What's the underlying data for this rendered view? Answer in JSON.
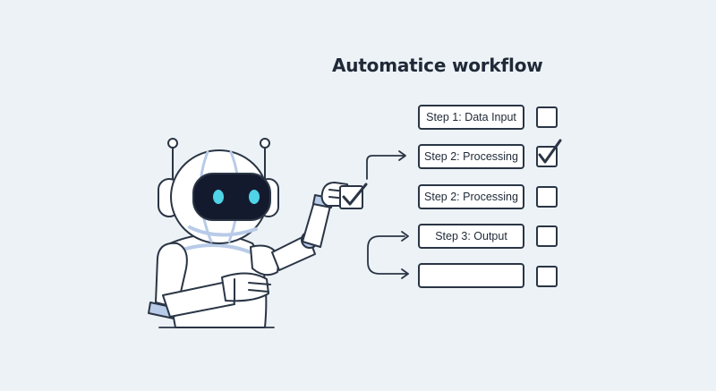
{
  "title": "Automatice workflow",
  "steps": [
    {
      "label": "Step 1: Data Input",
      "checked": false
    },
    {
      "label": "Step 2: Processing",
      "checked": true
    },
    {
      "label": "Step 2: Processing",
      "checked": false
    },
    {
      "label": "Step 3: Output",
      "checked": false
    },
    {
      "label": "",
      "checked": false
    }
  ],
  "colors": {
    "background": "#edf2f6",
    "outline": "#2a3545",
    "robot_accent": "#b8cbe8",
    "robot_eye": "#4fd3e6"
  }
}
